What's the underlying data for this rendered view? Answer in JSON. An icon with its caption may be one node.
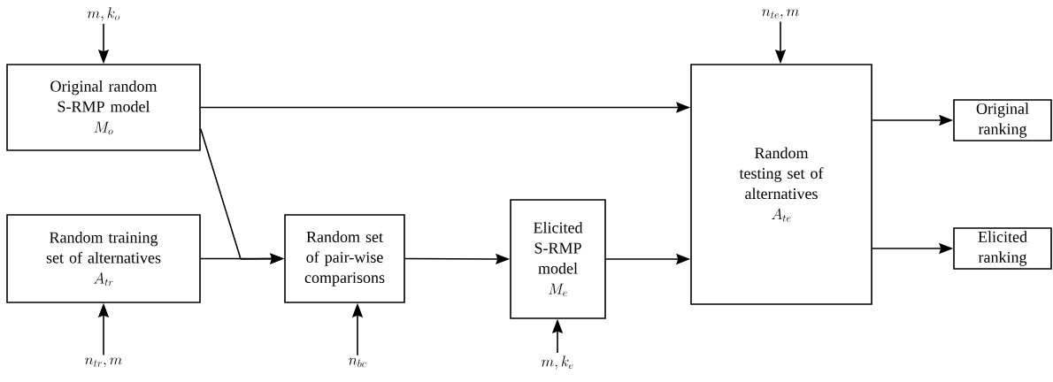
{
  "diagram": {
    "nodes": [
      {
        "text": [
          "m, k_o"
        ]
      },
      {
        "text": [
          "Original random S-RMP model",
          "M_o"
        ]
      },
      {
        "text": [
          "Random training set of alternatives",
          "A_{tr}"
        ]
      },
      {
        "text": [
          "n_{tr}, m"
        ]
      },
      {
        "text": [
          "Random set of pair-wise comparisons"
        ]
      },
      {
        "text": [
          "n_{bc}"
        ]
      },
      {
        "text": [
          "Elicited S-RMP model",
          "M_e"
        ]
      },
      {
        "text": [
          "m, k_e"
        ]
      },
      {
        "text": [
          "n_{te}, m"
        ]
      },
      {
        "text": [
          "Random testing set of alternatives",
          "A_{te}"
        ]
      },
      {
        "text": [
          "Original ranking"
        ]
      },
      {
        "text": [
          "Elicited ranking"
        ]
      }
    ],
    "edges": [
      {
        "from": 0,
        "to": 1,
        "arrow": "to"
      },
      {
        "from": 1,
        "to": 9,
        "arrow": "to"
      },
      {
        "from": 1,
        "to": 4,
        "arrow": "to"
      },
      {
        "from": 2,
        "to": 4,
        "arrow": "to"
      },
      {
        "from": 3,
        "to": 2,
        "arrow": "to"
      },
      {
        "from": 5,
        "to": 4,
        "arrow": "to"
      },
      {
        "from": 4,
        "to": 6,
        "arrow": "to"
      },
      {
        "from": 7,
        "to": 6,
        "arrow": "to"
      },
      {
        "from": 6,
        "to": 9,
        "arrow": "to"
      },
      {
        "from": 8,
        "to": 9,
        "arrow": "to"
      },
      {
        "from": 9,
        "to": 10,
        "arrow": "to"
      },
      {
        "from": 9,
        "to": 11,
        "arrow": "to"
      }
    ]
  }
}
